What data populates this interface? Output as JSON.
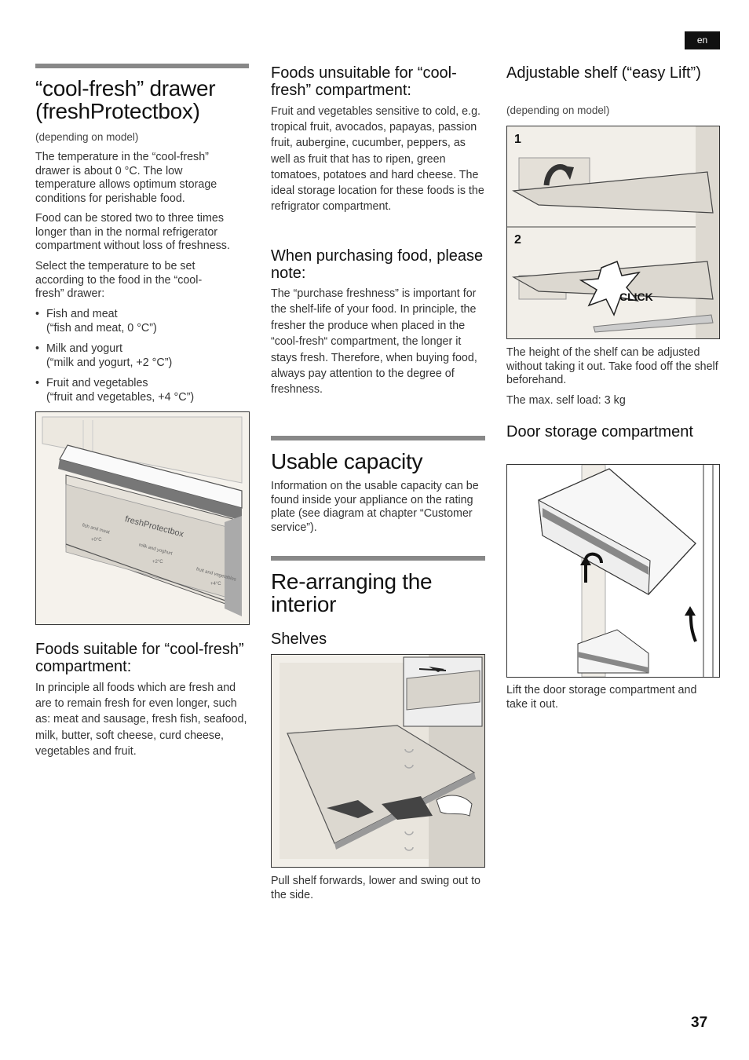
{
  "header": {
    "lang": "en"
  },
  "col1": {
    "title": "“cool-fresh” drawer (freshProtectbox)",
    "depending": "(depending on model)",
    "p1": "The temperature in the “cool-fresh” drawer is about 0 °C. The low temperature allows optimum storage conditions for perishable food.",
    "p2": "Food can be stored two to three times longer than in the normal refrigerator compartment without loss of freshness.",
    "p3": "Select the temperature to be set according to the food in the “cool-fresh” drawer:",
    "bullets": [
      {
        "line1": "Fish and meat",
        "line2": "(“fish and meat, 0 °C”)"
      },
      {
        "line1": "Milk and yogurt",
        "line2": "(“milk and yogurt, +2 °C”)"
      },
      {
        "line1": "Fruit and vegetables",
        "line2": "(“fruit and vegetables, +4 °C”)"
      }
    ],
    "drawer_label": "freshProtectbox",
    "drawer_fish": "fish and meat",
    "drawer_fish_temp": "+0°C",
    "drawer_milk": "milk and yoghurt",
    "drawer_milk_temp": "+2°C",
    "drawer_fruit": "fruit and vegetables",
    "drawer_fruit_temp": "+4°C",
    "suitable_title": "Foods suitable for “cool-fresh” compartment:",
    "suitable_text": "In principle all foods which are fresh and are to remain fresh for even longer, such as: meat and sausage, fresh fish, seafood, milk, butter, soft cheese, curd cheese, vegetables and fruit."
  },
  "col2": {
    "unsuitable_title": "Foods unsuitable for “cool-fresh” compartment:",
    "unsuitable_text": "Fruit and vegetables sensitive to cold, e.g. tropical fruit, avocados, papayas, passion fruit, aubergine, cucumber, peppers, as well as fruit that has to ripen, green tomatoes, potatoes and hard cheese. The ideal storage location for these foods is the refrigrator compartment.",
    "purchasing_title": "When purchasing food, please note:",
    "purchasing_text": "The “purchase freshness” is important for the shelf-life of your food. In principle, the fresher the produce when placed in the “cool-fresh“ compartment, the longer it stays fresh. Therefore, when buying food, always pay attention to the degree of freshness.",
    "usable_title": "Usable capacity",
    "usable_text": "Information on the usable capacity can be found inside your appliance on the rating plate (see diagram at chapter “Customer service”).",
    "rearrange_title": "Re-arranging the interior",
    "shelves_title": "Shelves",
    "shelves_caption": "Pull shelf forwards, lower and swing out to the side."
  },
  "col3": {
    "adjustable_title": "Adjustable shelf (“easy Lift”)",
    "depending": "(depending on model)",
    "step1": "1",
    "step2": "2",
    "click": "CLICK",
    "adjustable_text": "The height of the shelf can be adjusted without taking it out. Take food off the shelf beforehand.",
    "max_load": "The max. self load: 3 kg",
    "door_title": "Door storage compartment",
    "door_caption": "Lift the door storage compartment and take it out."
  },
  "footer": {
    "page": "37"
  }
}
